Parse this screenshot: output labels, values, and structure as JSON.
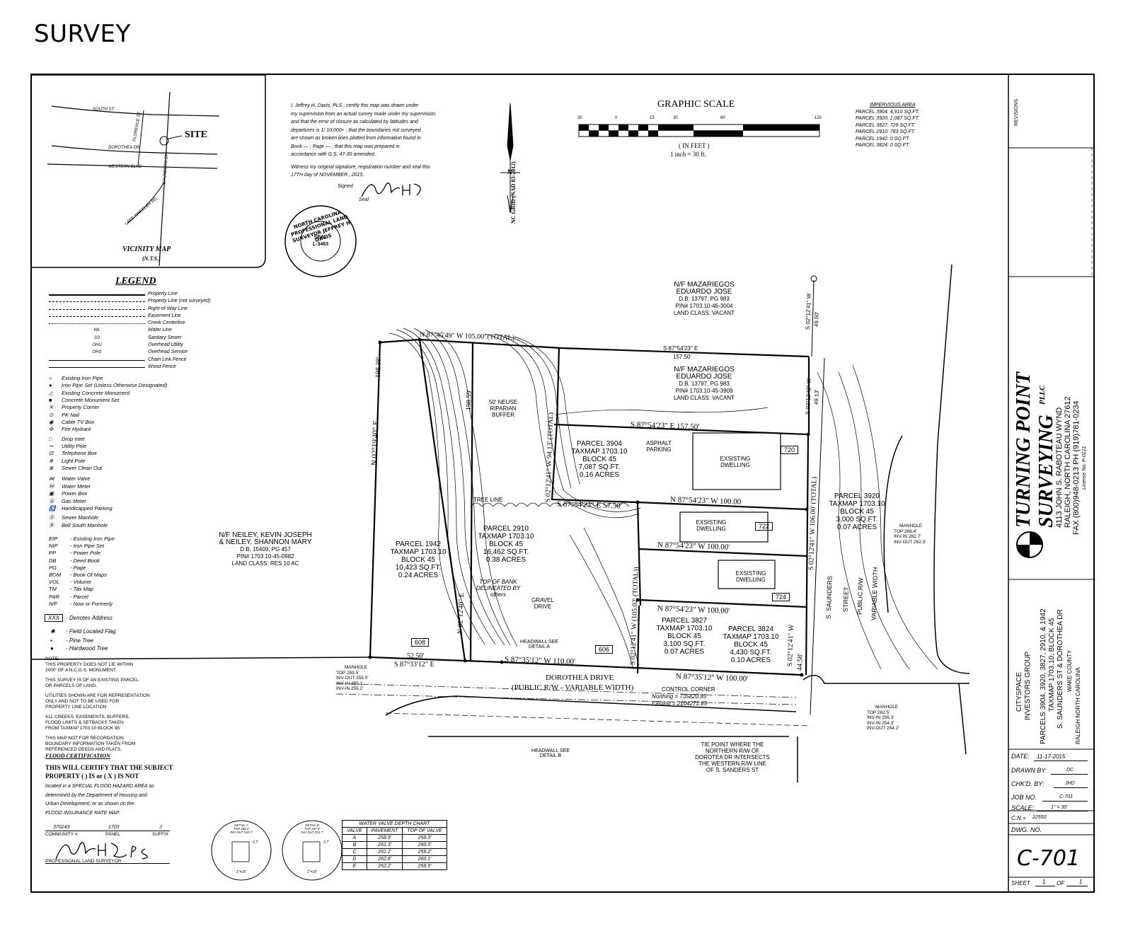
{
  "page_title": "SURVEY",
  "vicinity_map": {
    "title": "VICINITY MAP",
    "subtitle": "(N.T.S.)",
    "site_label": "SITE",
    "streets": [
      "SOUTH ST",
      "DOROTHEA DR",
      "WESTERN BLVD",
      "FLORENCE ST",
      "SAUNDERS ST",
      "LAKE WHEELER RD"
    ]
  },
  "certification": {
    "lines": [
      "I, Jeffrey H. Davis, PLS , certify this map was drawn under",
      "my supervision from an actual survey made under my supervision;",
      "and that the error of closure as calculated by latitudes and",
      "departures is 1/ 10,000+ ; that the boundaries not surveyed",
      "are shown as broken lines plotted from information found in",
      "Book — ; Page — ; that this map was prepared in",
      "accordance with G.S. 47-30 amended."
    ],
    "witness_line": "Witness my original signature, registration number and seal this",
    "date_line": "17TH day of NOVEMBER , 2015.",
    "signed_label": "Signed",
    "seal_label": "Seal"
  },
  "seal": {
    "outer_text": "NORTH CAROLINA PROFESSIONAL LAND SURVEYOR JEFFREY H DAVIS",
    "center_1": "SEAL",
    "center_2": "L-3463"
  },
  "north_arrow": {
    "label": "NC GRID (NAD 83-2012)",
    "letter": "N"
  },
  "graphic_scale": {
    "title": "GRAPHIC SCALE",
    "ticks": [
      "30",
      "0",
      "15",
      "30",
      "60",
      "120"
    ],
    "unit": "( IN FEET )",
    "ratio": "1 inch = 30 ft."
  },
  "impervious_area": {
    "title": "IMPERVIOUS AREA",
    "rows": [
      "PARCEL 3904: 4,910 SQ.FT.",
      "PARCEL 3920: 1,087 SQ.FT.",
      "PARCEL 3827: 729 SQ.FT.",
      "PARCEL 2910: 783 SQ.FT.",
      "PARCEL 1942: 0 SQ.FT.",
      "PARCEL 3824: 0 SQ.FT."
    ]
  },
  "legend": {
    "title": "LEGEND",
    "lines": [
      {
        "symbol": "",
        "label": "Property Line"
      },
      {
        "symbol": "",
        "label": "Property Line (not surveyed)"
      },
      {
        "symbol": "",
        "label": "Right-of-Way Line"
      },
      {
        "symbol": "",
        "label": "Easement Line"
      },
      {
        "symbol": "",
        "label": "Creek Centerline"
      },
      {
        "symbol": "WL",
        "label": "Water Line"
      },
      {
        "symbol": "SS",
        "label": "Sanitary Sewer"
      },
      {
        "symbol": "OHU",
        "label": "Overhead Utility"
      },
      {
        "symbol": "OHS",
        "label": "Overhead Service"
      },
      {
        "symbol": "",
        "label": "Chain Link Fence"
      },
      {
        "symbol": "",
        "label": "Wood Fence"
      }
    ],
    "symbols": [
      {
        "glyph": "○",
        "label": "Existing Iron Pipe"
      },
      {
        "glyph": "●",
        "label": "Iron Pipe Set (Unless Otherwise Designated)"
      },
      {
        "glyph": "△",
        "label": "Existing Concrete Monument"
      },
      {
        "glyph": "■",
        "label": "Concrete Monument Set"
      },
      {
        "glyph": "✕",
        "label": "Property Corner"
      },
      {
        "glyph": "⊙",
        "label": "PK Nail"
      },
      {
        "glyph": "◉",
        "label": "Cable TV Box"
      },
      {
        "glyph": "✣",
        "label": "Fire Hydrant"
      },
      {
        "glyph": "□",
        "label": "Drop Inlet"
      },
      {
        "glyph": "⊸",
        "label": "Utility Pole"
      },
      {
        "glyph": "⊡",
        "label": "Telephone Box"
      },
      {
        "glyph": "✲",
        "label": "Light Pole"
      },
      {
        "glyph": "⊗",
        "label": "Sewer Clean Out"
      },
      {
        "glyph": "⋈",
        "label": "Water Valve"
      },
      {
        "glyph": "Ⓦ",
        "label": "Water Meter"
      },
      {
        "glyph": "▣",
        "label": "Power Box"
      },
      {
        "glyph": "Ⓖ",
        "label": "Gas Meter"
      },
      {
        "glyph": "♿",
        "label": "Handicapped Parking"
      },
      {
        "glyph": "Ⓢ",
        "label": "Sewer Manhole"
      },
      {
        "glyph": "Ⓑ",
        "label": "Bell South Manhole"
      }
    ],
    "abbreviations": [
      {
        "abbr": "EIP",
        "label": "Existing Iron Pipe"
      },
      {
        "abbr": "NIP",
        "label": "Iron Pipe Set"
      },
      {
        "abbr": "PP",
        "label": "Power Pole"
      },
      {
        "abbr": "DB",
        "label": "Deed Book"
      },
      {
        "abbr": "PG",
        "label": "Page"
      },
      {
        "abbr": "BOM",
        "label": "Book Of Maps"
      },
      {
        "abbr": "VOL",
        "label": "Volume"
      },
      {
        "abbr": "TM",
        "label": "Tax Map"
      },
      {
        "abbr": "PAR",
        "label": "Parcel"
      },
      {
        "abbr": "N/F",
        "label": "Now or Formerly"
      }
    ],
    "address_box": "XXX",
    "address_label": "- Denotes Address",
    "flag_label": "- Field Located Flag",
    "pine_label": "- Pine Tree",
    "hardwood_label": "- Hardwood Tree"
  },
  "notes": {
    "heading": "NOTE:",
    "paragraphs": [
      [
        "THIS PROPERTY DOES NOT LIE WITHIN",
        "2000' OF A N.C.G.S. MONUMENT."
      ],
      [
        "THIS SURVEY IS OF AN EXISTING PARCEL",
        "OR PARCELS OF LAND."
      ],
      [
        "UTILITIES SHOWN ARE FOR REPRESENTATION",
        "ONLY AND NOT TO BE USED FOR",
        "PROPERTY LINE LOCATION"
      ],
      [
        "ALL CREEKS, EASEMENTS, BUFFERS,",
        "FLOOD LIMITS & SETBACKS TAKEN",
        "FROM TAXMAP 1703.10 BLOCK 45"
      ],
      [
        "THIS MAP NOT FOR RECORDATION.",
        "BOUNDARY INFORMATION TAKEN FROM",
        "REFERENCED DEEDS AND PLATS."
      ]
    ]
  },
  "flood": {
    "heading": "FLOOD CERTIFICATION",
    "cert_1": "THIS WILL CERTIFY THAT THE SUBJECT",
    "cert_2": "PROPERTY ( ) IS or ( X ) IS NOT",
    "body": [
      "located in a SPECIAL FLOOD HAZARD AREA as",
      "determined by the Department of Housing and",
      "Urban Development, or as shown on the",
      "FLOOD INSURANCE RATE MAP."
    ],
    "community_value": "370243",
    "panel_value": "1703",
    "suffix_value": "J",
    "community_label": "COMMUNITY #",
    "panel_label": "PANEL",
    "suffix_label": "SUFFIX",
    "surveyor_label": "PROFESSIONAL LAND SURVEYOR"
  },
  "details": [
    {
      "title": "DETAIL A",
      "top": "TOP 258.2'",
      "inv": "INV OUT 252.7'",
      "scale": "1\"=15'",
      "dim": "0.7'"
    },
    {
      "title": "DETAIL B",
      "top": "TOP 257.9'",
      "inv": "INV OUT 251.7'",
      "scale": "1\"=15'",
      "dim": "0.7'"
    }
  ],
  "water_valve_chart": {
    "title": "WATER VALVE DEPTH CHART",
    "headers": [
      "VALVE",
      "PAVEMENT",
      "TOP OF VALVE"
    ],
    "rows": [
      [
        "A",
        "258.9'",
        "258.3'"
      ],
      [
        "B",
        "261.3'",
        "260.0'"
      ],
      [
        "C",
        "261.1'",
        "259.2'"
      ],
      [
        "D",
        "262.6'",
        "260.1'"
      ],
      [
        "E",
        "262.2'",
        "258.9'"
      ]
    ]
  },
  "plan": {
    "neighbors": [
      {
        "lines": [
          "N/F MAZARIEGOS",
          "EDUARDO JOSE",
          "D.B. 13797, PG 983",
          "PIN# 1703.10-46-3004",
          "LAND CLASS: VACANT"
        ]
      },
      {
        "lines": [
          "N/F MAZARIEGOS",
          "EDUARDO JOSE",
          "D.B. 13797, PG 983",
          "PIN# 1703.10-45-3909",
          "LAND CLASS: VACANT"
        ]
      },
      {
        "lines": [
          "N/F NEILEY, KEVIN JOSEPH",
          "& NEILEY, SHANNON MARY",
          "D.B. 15409, PG 457",
          "PIN# 1703.10-45-0982",
          "LAND CLASS: RES 10 AC"
        ]
      }
    ],
    "parcels": [
      {
        "lines": [
          "PARCEL 3904",
          "TAXMAP 1703.10",
          "BLOCK 45",
          "7,087 SQ.FT.",
          "0.16 ACRES"
        ]
      },
      {
        "lines": [
          "PARCEL 1942",
          "TAXMAP 1703.10",
          "BLOCK 45",
          "10,423 SQ.FT.",
          "0.24 ACRES"
        ]
      },
      {
        "lines": [
          "PARCEL 2910",
          "TAXMAP 1703.10",
          "BLOCK 45",
          "16,462 SQ.FT.",
          "0.38 ACRES"
        ]
      },
      {
        "lines": [
          "PARCEL 3920",
          "TAXMAP 1703.10",
          "BLOCK 45",
          "3,000 SQ.FT.",
          "0.07 ACRES"
        ]
      },
      {
        "lines": [
          "PARCEL 3827",
          "TAXMAP 1703.10",
          "BLOCK 45",
          "3,100 SQ.FT.",
          "0.07 ACRES"
        ]
      },
      {
        "lines": [
          "PARCEL 3824",
          "TAXMAP 1703.10",
          "BLOCK 45",
          "4,430 SQ.FT.",
          "0.10 ACRES"
        ]
      }
    ],
    "bearings": {
      "top_total": "N 87°45'49\" W 105.00' (TOTAL)",
      "top_right": "S 87°54'23\" E",
      "top_right_dist": "157.50'",
      "p3904_top": "S 87°54'23\" E 157.50'",
      "mid_1": "N 87°54'23\" W 100.00",
      "mid_2": "S 87°54'23\" E 57.50'",
      "mid_3": "N 87°54'23\" W 100.00'",
      "mid_4": "N 87°54'23\" W 100.00'",
      "bottom_1": "S 87°33'12\" E",
      "bottom_1_dist": "52.50'",
      "bottom_2": "S 87°35'12\" W 110.00'",
      "bottom_3": "N 87°35'12\" W 100.00'",
      "left_vertical": "N 02°19'40\" E",
      "left_dist": "198.38'",
      "west_inner": "N 02°12'40\" E",
      "mid_vertical": "S 02°12'41\" W 94.13' (TOTAL)",
      "mid_vertical_2": "198.59'",
      "p3827_vertical": "S 02°12'41\" W (105.02' (TOTAL))",
      "right_vertical_1": "S 02°12'41\" W",
      "right_vertical_1_dist": "49.50'",
      "right_vertical_2": "S 02°12'42\" W",
      "right_vertical_2_dist": "49.13'",
      "right_total": "S 02°12'41\" W 106.00' (TOTAL)",
      "right_lower": "S 02°12'41\" W",
      "right_lower_dist": "44.58'"
    },
    "addresses": [
      "720",
      "722",
      "724",
      "606",
      "608"
    ],
    "dwellings": [
      "EXSISTING DWELLING",
      "EXSISTING DWELLING",
      "EXSISTING DWELLING"
    ],
    "labels": {
      "asphalt": "ASPHALT PARKING",
      "buffer": "50' NEUSE RIPARIAN BUFFER",
      "tree_line": "TREE LINE",
      "top_of_bank": "TOP OF BANK DELINEATED BY others",
      "gravel": "GRAVEL DRIVE",
      "headwall_a": "HEADWALL SEE DETAIL A",
      "headwall_b": "HEADWALL SEE DETAIL B",
      "road_1": "DOROTHEA DRIVE",
      "road_2": "(PUBLIC R/W - VARIABLE WIDTH)",
      "saunders_1": "S. SAUNDERS",
      "saunders_2": "STREET",
      "saunders_3": "PUBLIC R/W",
      "saunders_4": "VARIABLE WIDTH",
      "control_corner": "CONTROL CORNER",
      "northing": "Northing = 735820.85",
      "easting": "Easting = 2104271.85",
      "tie_point": [
        "TIE POINT WHERE THE",
        "NORTHERN R/W OF",
        "DOROTEA DR INTERSECTS",
        "THE WESTERN R/W LINE",
        "OF S. SANDERS ST"
      ],
      "manhole_left": [
        "MANHOLE",
        "TOP 259.5'",
        "INV-OUT 255.0'",
        "INV-IN 255.1'",
        "INV-IN 255.2'"
      ],
      "manhole_right_top": [
        "MANHOLE",
        "TOP 266.4'",
        "INV-IN 262.7'",
        "INV-OUT 262.5'"
      ],
      "manhole_right_bottom": [
        "MANHOLE",
        "TOP 262.5'",
        "INV-IN 256.3'",
        "INV-IN 254.3'",
        "INV-OUT 254.2'"
      ]
    }
  },
  "title_block": {
    "revisions": "REVISIONS",
    "company_1": "TURNING POINT",
    "company_2": "SURVEYING",
    "company_suffix": "PLLC",
    "address_1": "4113 JOHN S. RABOTEAU WYND",
    "address_2": "RALEIGH, NORTH CAROLINA 27612",
    "phone": "FAX (800)948-0213 PH (919)781-0234",
    "license": "License No: P-0121",
    "client_1": "CITYSPACE",
    "client_2": "INVESTORS GROUP",
    "project_1": "PARCELS 3904, 3920, 3827, 2910, & 1942",
    "project_2": "TAXMAP 1703.10, BLOCK 45",
    "project_3": "S. SAUNDERS ST & DOROTHEA DR",
    "project_4": "WAKE COUNTY",
    "project_5": "RALEIGH NORTH CAROLINA",
    "date_label": "DATE:",
    "date_value": "11-17-2015",
    "drawn_label": "DRAWN BY:",
    "drawn_value": "DC",
    "checked_label": "CHK'D. BY:",
    "checked_value": "JHD",
    "job_label": "JOB NO.",
    "job_value": "C-701",
    "scale_label": "SCALE:",
    "scale_value": "1\" = 30'",
    "cn_label": "C.N.=",
    "cn_value": "22550",
    "dwg_label": "DWG. NO.",
    "dwg_value": "C-701",
    "sheet_label": "SHEET",
    "sheet_value": "1",
    "of_label": "OF",
    "of_value": "1"
  }
}
